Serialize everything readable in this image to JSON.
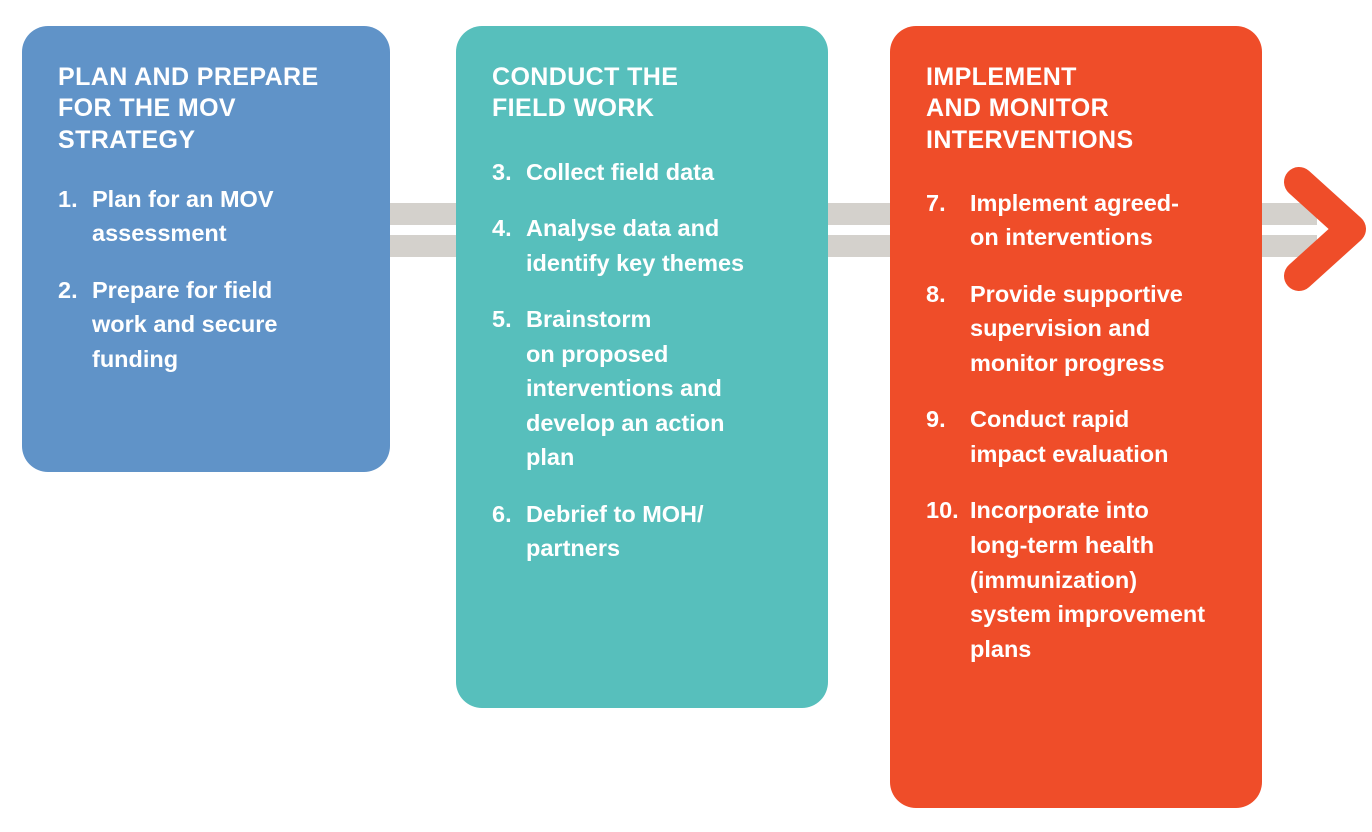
{
  "diagram": {
    "title": "MOV strategy three-phase process flow",
    "colors": {
      "phase1": "#6093C8",
      "phase2": "#57BFBC",
      "phase3": "#EF4D29",
      "connector": "#D4D1CC",
      "text": "#FFFFFF"
    },
    "phases": [
      {
        "id": "plan-and-prepare",
        "title": "PLAN AND PREPARE\nFOR THE MOV\nSTRATEGY",
        "color": "#6093C8",
        "steps": [
          {
            "num": "1.",
            "text": "Plan for an MOV\nassessment"
          },
          {
            "num": "2.",
            "text": "Prepare for field\nwork and secure\nfunding"
          }
        ]
      },
      {
        "id": "conduct-field-work",
        "title": "CONDUCT THE\nFIELD WORK",
        "color": "#57BFBC",
        "steps": [
          {
            "num": "3.",
            "text": "Collect field data"
          },
          {
            "num": "4.",
            "text": "Analyse data and\nidentify key themes"
          },
          {
            "num": "5.",
            "text": "Brainstorm\non proposed\ninterventions  and\ndevelop an action\nplan"
          },
          {
            "num": "6.",
            "text": "Debrief to MOH/\npartners"
          }
        ]
      },
      {
        "id": "implement-and-monitor",
        "title": "IMPLEMENT\nAND MONITOR\nINTERVENTIONS",
        "color": "#EF4D29",
        "steps": [
          {
            "num": "7.",
            "text": "Implement agreed-\non interventions"
          },
          {
            "num": "8.",
            "text": "Provide supportive\nsupervision and\nmonitor progress"
          },
          {
            "num": "9.",
            "text": "Conduct rapid\nimpact evaluation"
          },
          {
            "num": "10.",
            "text": "Incorporate into\nlong-term  health\n(immunization)\nsystem improvement\nplans"
          }
        ]
      }
    ],
    "connectors": [
      {
        "id": "connector-1-2",
        "style": "double-bar"
      },
      {
        "id": "connector-2-3",
        "style": "double-bar"
      },
      {
        "id": "connector-3-arrow",
        "style": "double-bar"
      }
    ],
    "arrow": {
      "id": "flow-arrow",
      "shape": "chevron-right",
      "color": "#EF4D29"
    }
  }
}
